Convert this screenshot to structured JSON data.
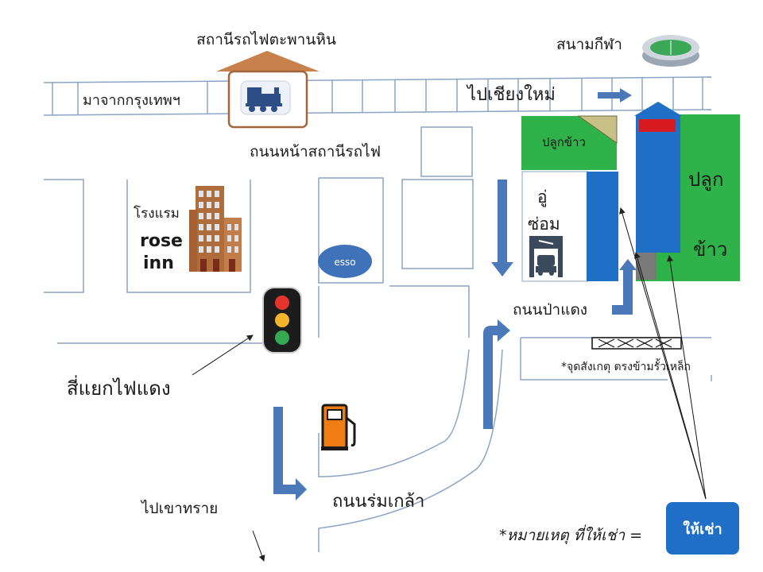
{
  "labels": {
    "station": "สถานีรถไฟตะพานหิน",
    "from_bangkok": "มาจากกรุงเทพฯ",
    "stadium": "สนามกีฬา",
    "to_chiangmai": "ไปเชียงใหม่",
    "station_road": "ถนนหน้าสถานีรถไฟ",
    "rice_small": "ปลูกข้าว",
    "rice_big_1": "ปลูก",
    "rice_big_2": "ข้าว",
    "hotel_th": "โรงแรม",
    "hotel_en_1": "rose",
    "hotel_en_2": "inn",
    "esso": "esso",
    "garage_1": "อู่",
    "garage_2": "ซ่อม",
    "padaeng_road": "ถนนป่าแดง",
    "landmark_note": "*จุดสังเกตุ  ตรงข้ามรั้วเหล็ก",
    "intersection": "สี่แยกไฟแดง",
    "to_khaosai": "ไปเขาทราย",
    "romklao_road": "ถนนร่มเกล้า",
    "note": "*หมายเหตุ ที่ให้เช่า =",
    "for_rent": "ให้เช่า"
  },
  "icons": [
    "train-icon",
    "stadium-icon",
    "traffic-light-icon",
    "fuel-pump-icon",
    "garage-icon",
    "hotel-building-icon"
  ],
  "colors": {
    "roof": "#c8814a",
    "rail": "#8aa4c4",
    "green": "#2fb24a",
    "rental_blue": "#1f6fc6",
    "arrow": "#4a78b8",
    "red": "#d71920",
    "esso": "#3f72b8"
  }
}
